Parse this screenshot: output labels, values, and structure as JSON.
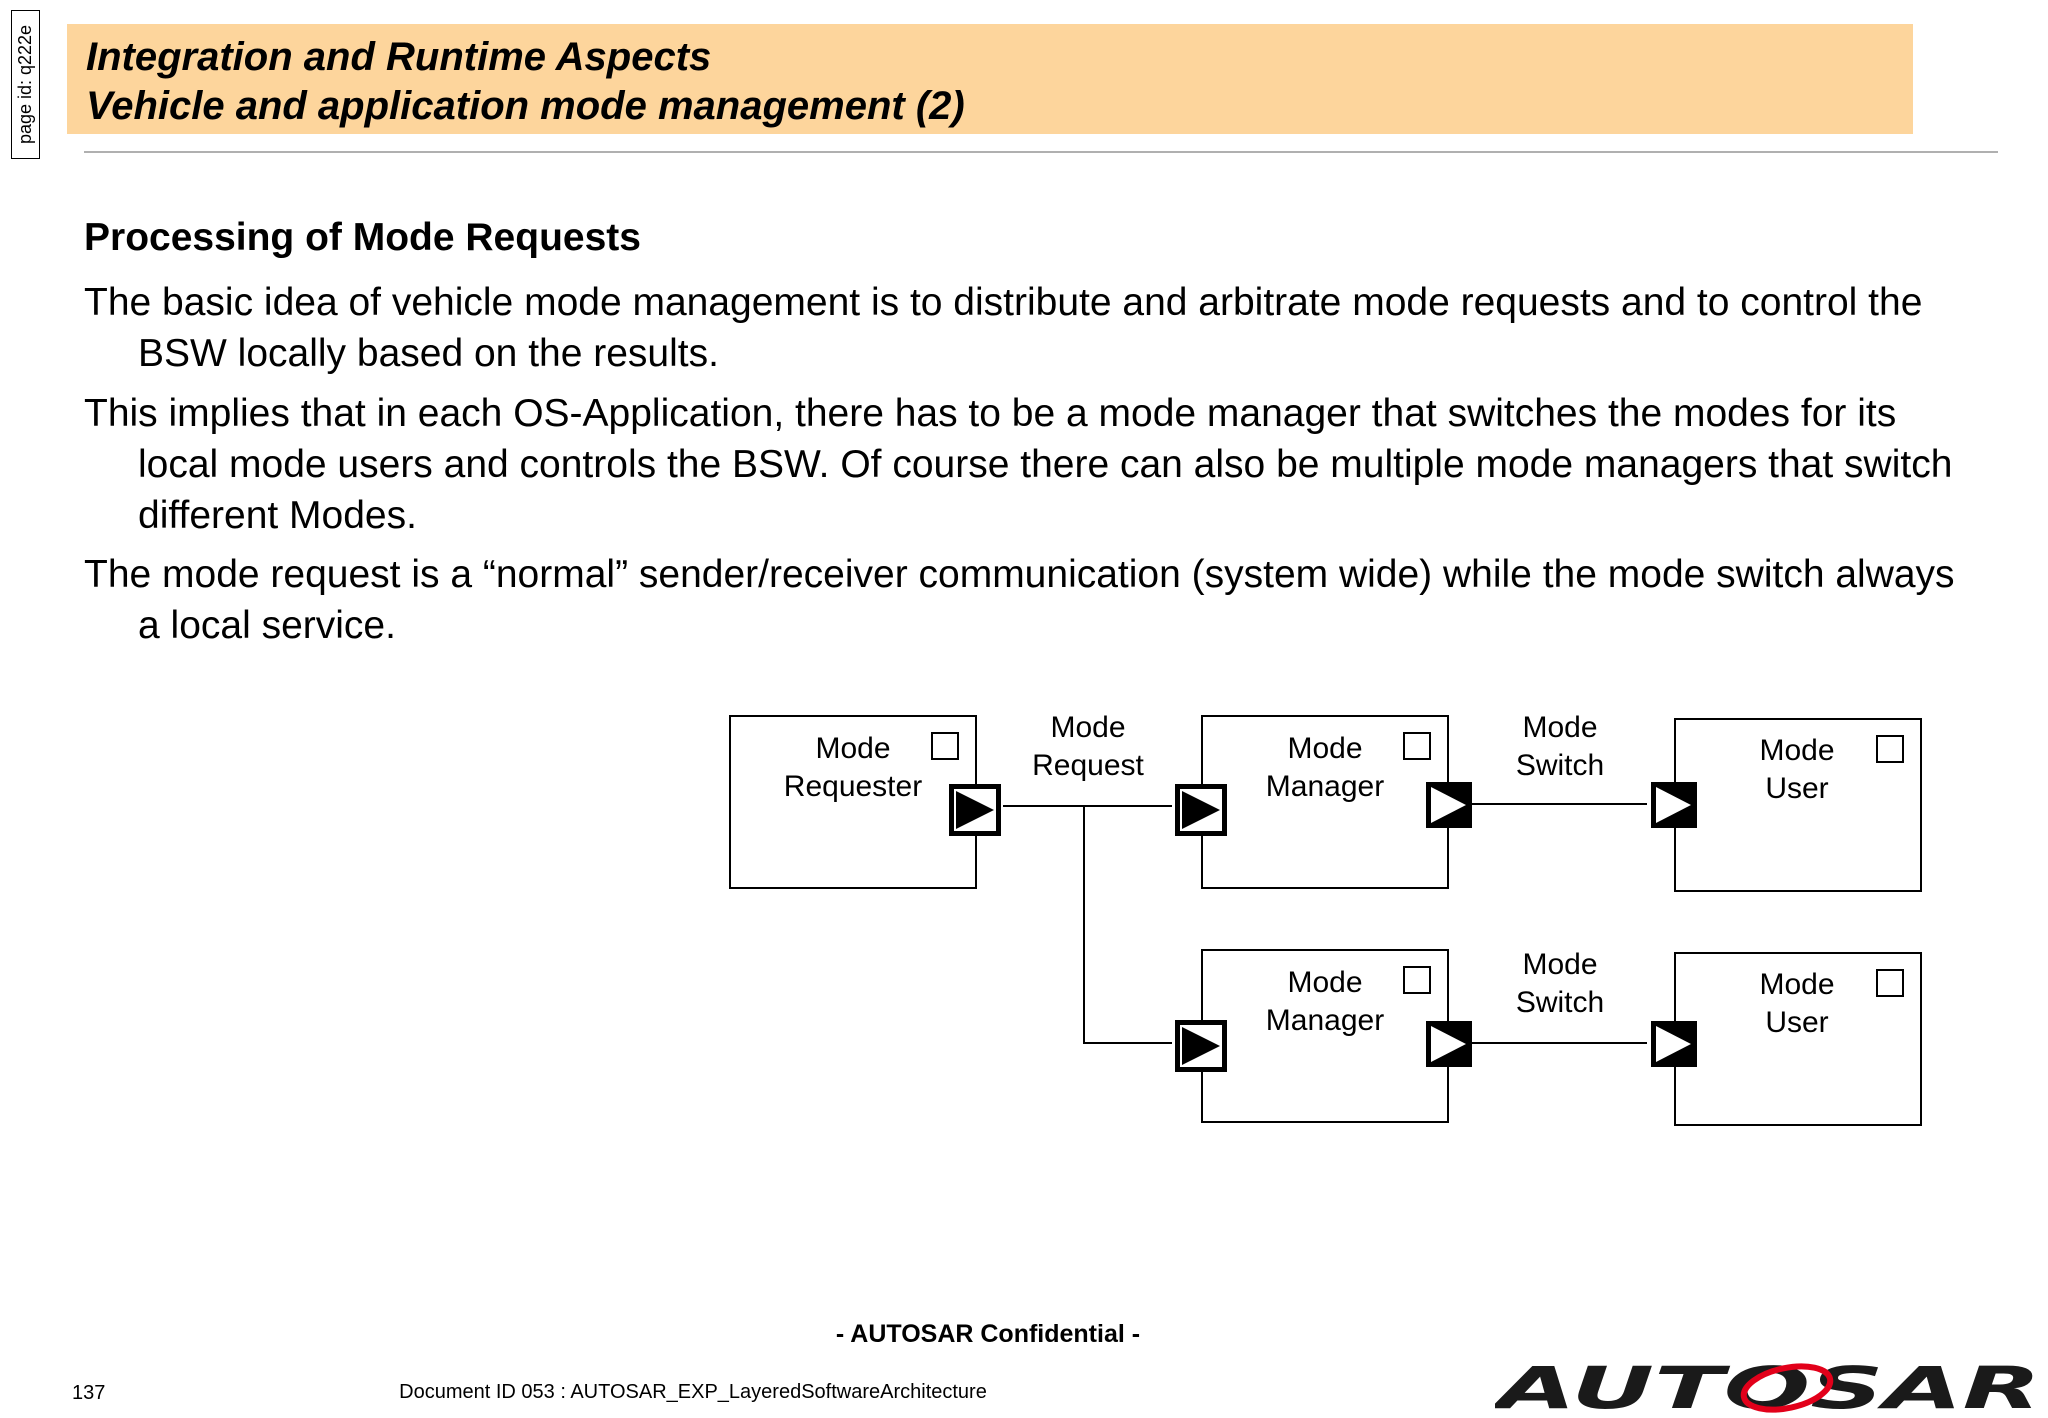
{
  "page_id": "page id: q222e",
  "header": {
    "title_line1": "Integration and Runtime Aspects",
    "title_line2": "Vehicle and application mode management (2)"
  },
  "section_heading": "Processing of Mode Requests",
  "paragraphs": [
    "The basic idea of vehicle mode management is to distribute and arbitrate mode requests and to control the BSW locally based on the results.",
    "This implies that in each OS-Application, there has to be a mode manager that switches the modes for its local mode users and controls the BSW. Of course there can also be multiple mode managers that switch different Modes.",
    "The mode request is a “normal” sender/receiver communication (system wide) while the mode switch always a local service."
  ],
  "diagram": {
    "requester": {
      "line1": "Mode",
      "line2": "Requester"
    },
    "mode_request": {
      "line1": "Mode",
      "line2": "Request"
    },
    "manager_top": {
      "line1": "Mode",
      "line2": "Manager"
    },
    "manager_bottom": {
      "line1": "Mode",
      "line2": "Manager"
    },
    "switch_top": {
      "line1": "Mode",
      "line2": "Switch"
    },
    "switch_bottom": {
      "line1": "Mode",
      "line2": "Switch"
    },
    "user_top": {
      "line1": "Mode",
      "line2": "User"
    },
    "user_bottom": {
      "line1": "Mode",
      "line2": "User"
    }
  },
  "footer": {
    "confidential": "- AUTOSAR Confidential -",
    "page_number": "137",
    "document_id": "Document ID 053 : AUTOSAR_EXP_LayeredSoftwareArchitecture",
    "logo_text": "AUTOSAR"
  },
  "colors": {
    "title_band": "#fdd59c",
    "logo_red": "#e2001a"
  }
}
